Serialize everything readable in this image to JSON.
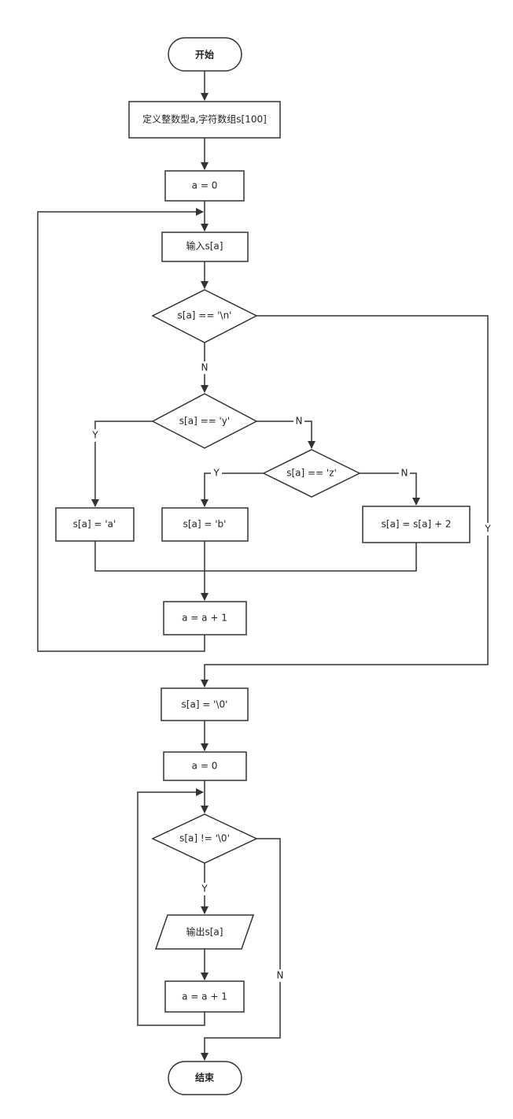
{
  "nodes": {
    "start": "开始",
    "declare": "定义整数型a,字符数组s[100]",
    "init_a": "a = 0",
    "input": "输入s[a]",
    "check_newline": "s[a] == '\\n'",
    "check_y": "s[a] == 'y'",
    "check_z": "s[a] == 'z'",
    "assign_a": "s[a] = 'a'",
    "assign_b": "s[a] = 'b'",
    "add_two": "s[a] = s[a] + 2",
    "increment_1": "a = a + 1",
    "terminate": "s[a] = '\\0'",
    "reset_a": "a = 0",
    "check_end": "s[a] != '\\0'",
    "output": "输出s[a]",
    "increment_2": "a = a + 1",
    "end": "结束"
  },
  "edge_labels": {
    "newline_no": "N",
    "newline_yes": "Y",
    "y_yes": "Y",
    "y_no": "N",
    "z_yes": "Y",
    "z_no": "N",
    "end_yes": "Y",
    "end_no": "N"
  }
}
